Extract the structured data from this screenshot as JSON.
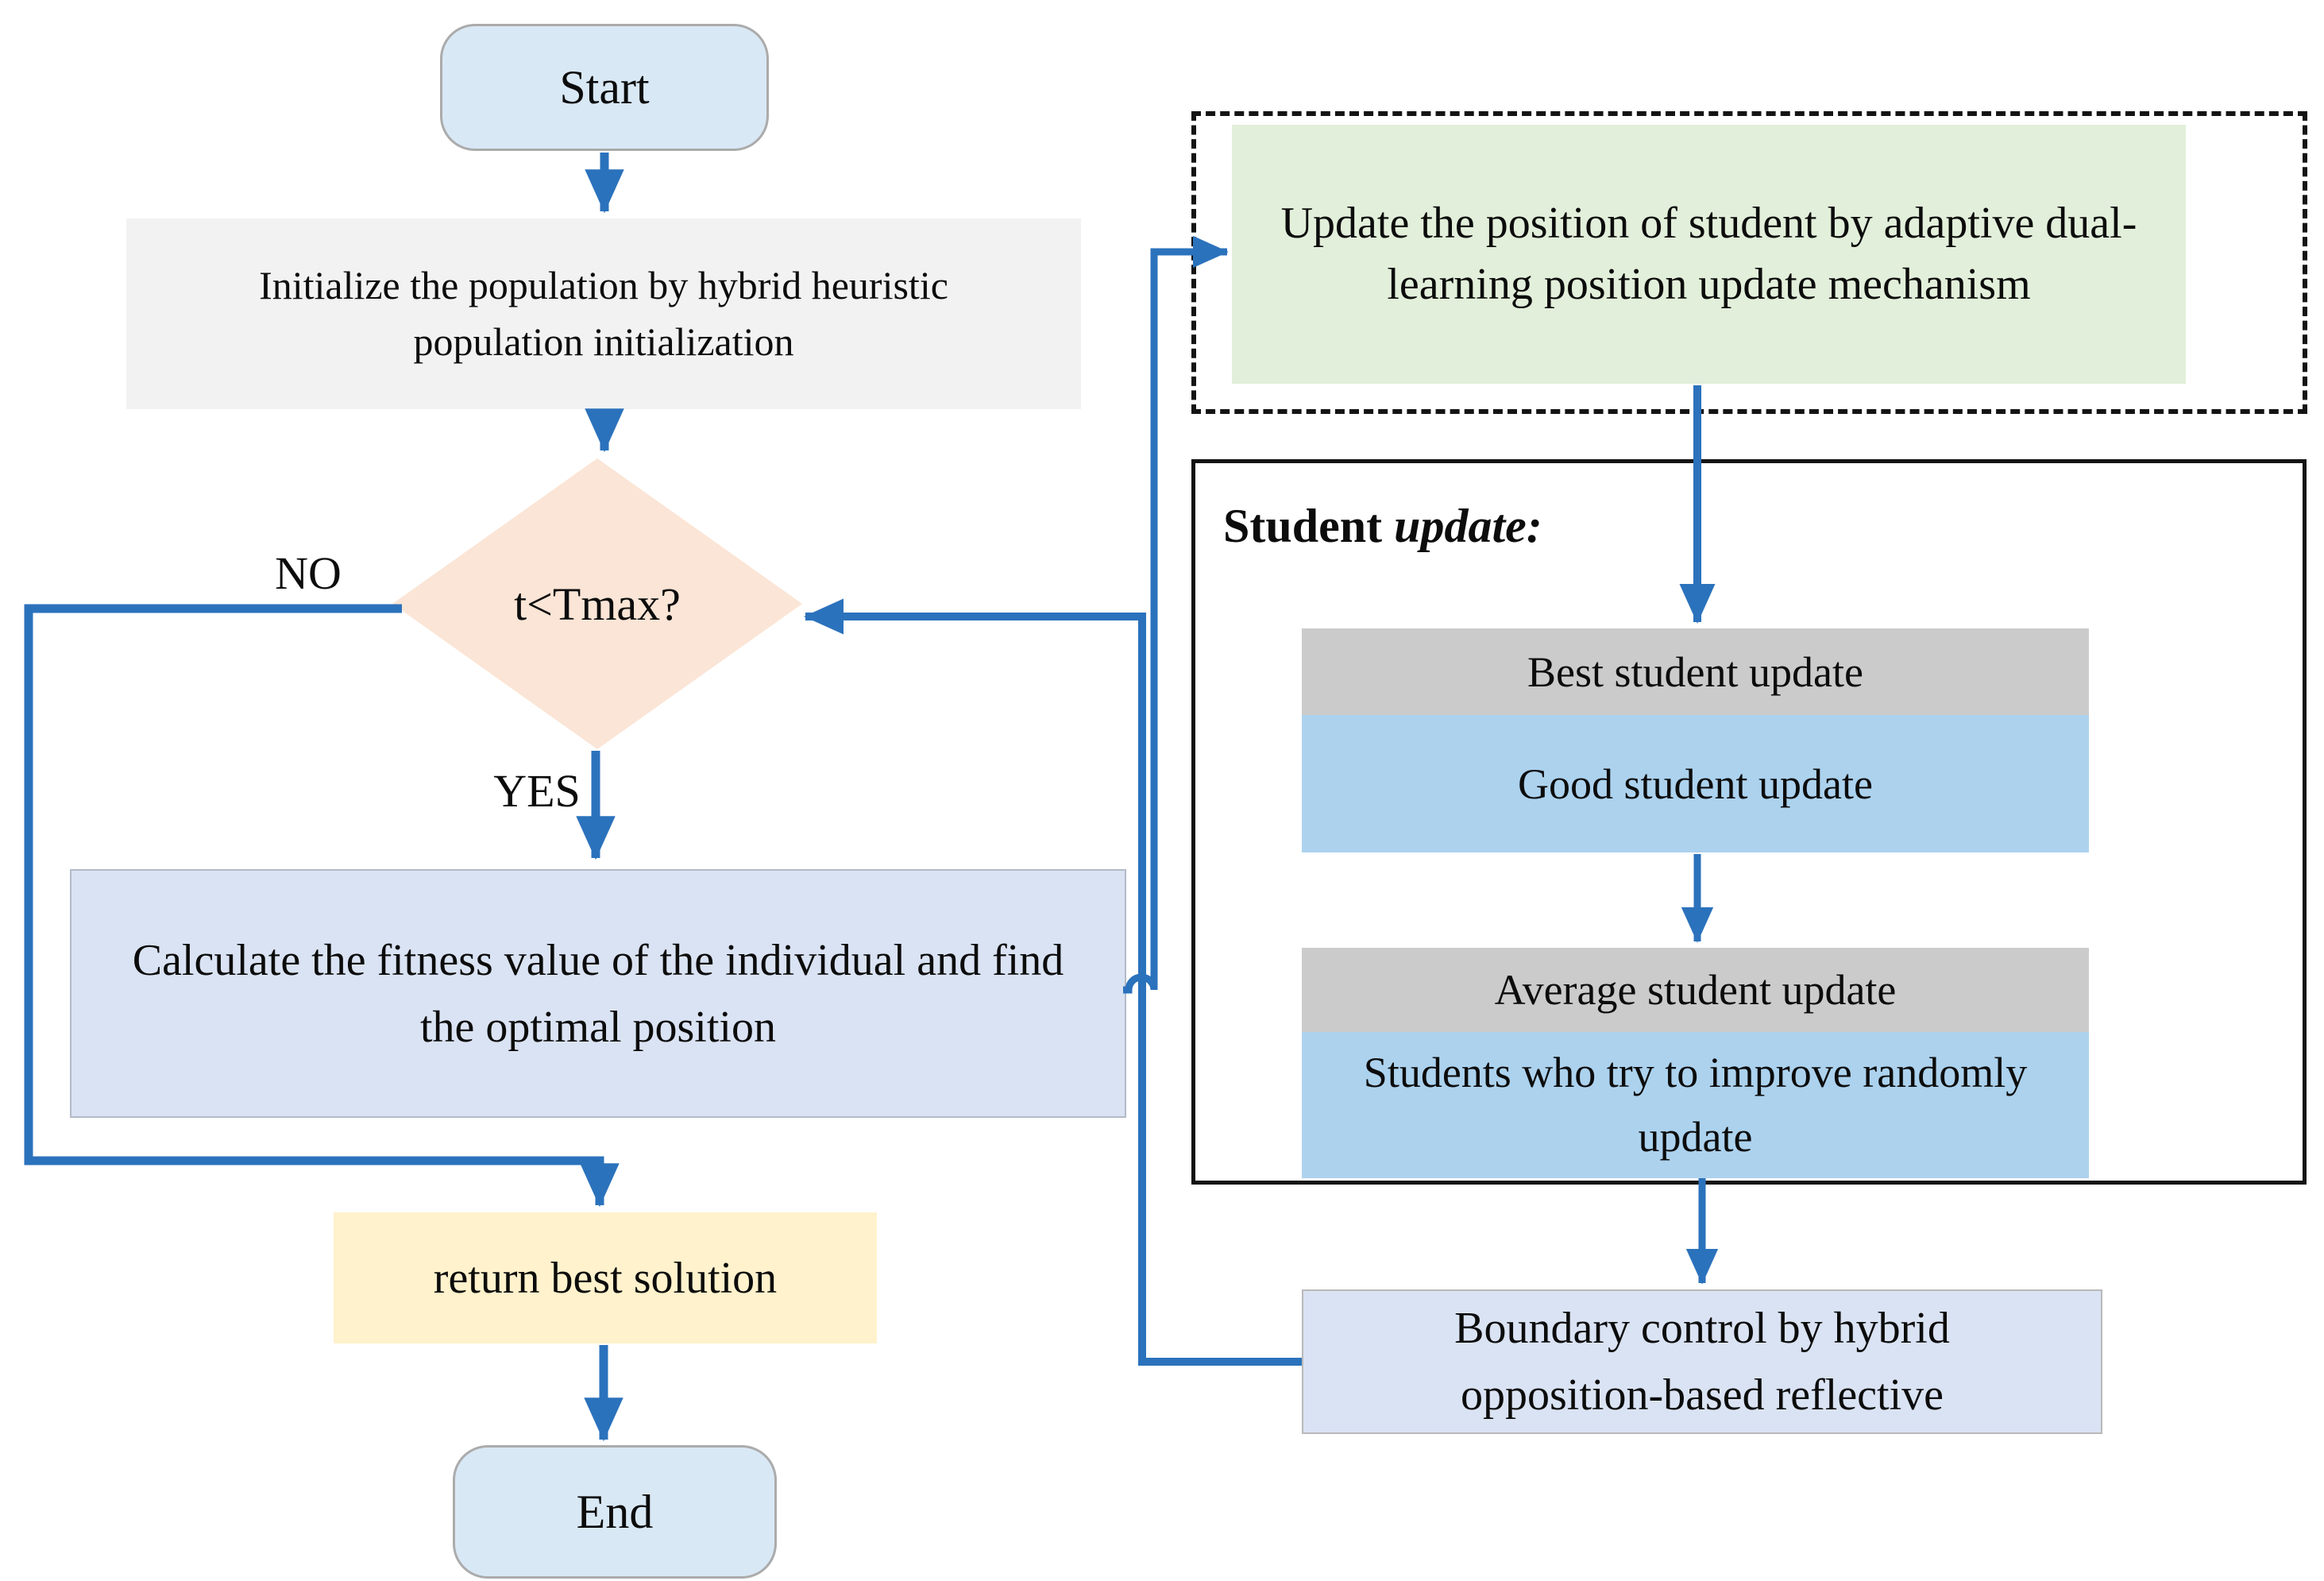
{
  "figure": {
    "type": "flowchart"
  },
  "palette": {
    "arrow_blue": "#2B72BC",
    "terminator_fill": "#D9E8F5",
    "terminator_border": "#ABABAB",
    "init_fill": "#F2F2F2",
    "decision_fill": "#FBE5D6",
    "process_blue_fill": "#DAE3F3",
    "return_fill": "#FFF2CC",
    "update_green_fill": "#E2EFDA",
    "bar_gray_fill": "#CBCBCB",
    "bar_blue_fill": "#ACD2EE",
    "outline_black": "#141414"
  },
  "left_flow": {
    "start": {
      "label": "Start"
    },
    "init": {
      "label": "Initialize the population by hybrid heuristic population initialization"
    },
    "decision": {
      "label": "t<Tmax?",
      "no_label": "NO",
      "yes_label": "YES"
    },
    "calculate": {
      "label": "Calculate the fitness value of the individual and find the optimal position"
    },
    "return_best": {
      "label": "return best solution"
    },
    "end": {
      "label": "End"
    }
  },
  "right_flow": {
    "update_position": {
      "label": "Update the position of student by adaptive dual-learning position update mechanism"
    },
    "group_title": {
      "bold": "Student",
      "italic": "update:"
    },
    "stages": [
      {
        "top": "Best student update",
        "bottom": "Good student update"
      },
      {
        "top": "Average student update",
        "bottom": "Students who try to improve randomly update"
      }
    ],
    "boundary": {
      "label": "Boundary control by hybrid opposition-based reflective"
    }
  }
}
